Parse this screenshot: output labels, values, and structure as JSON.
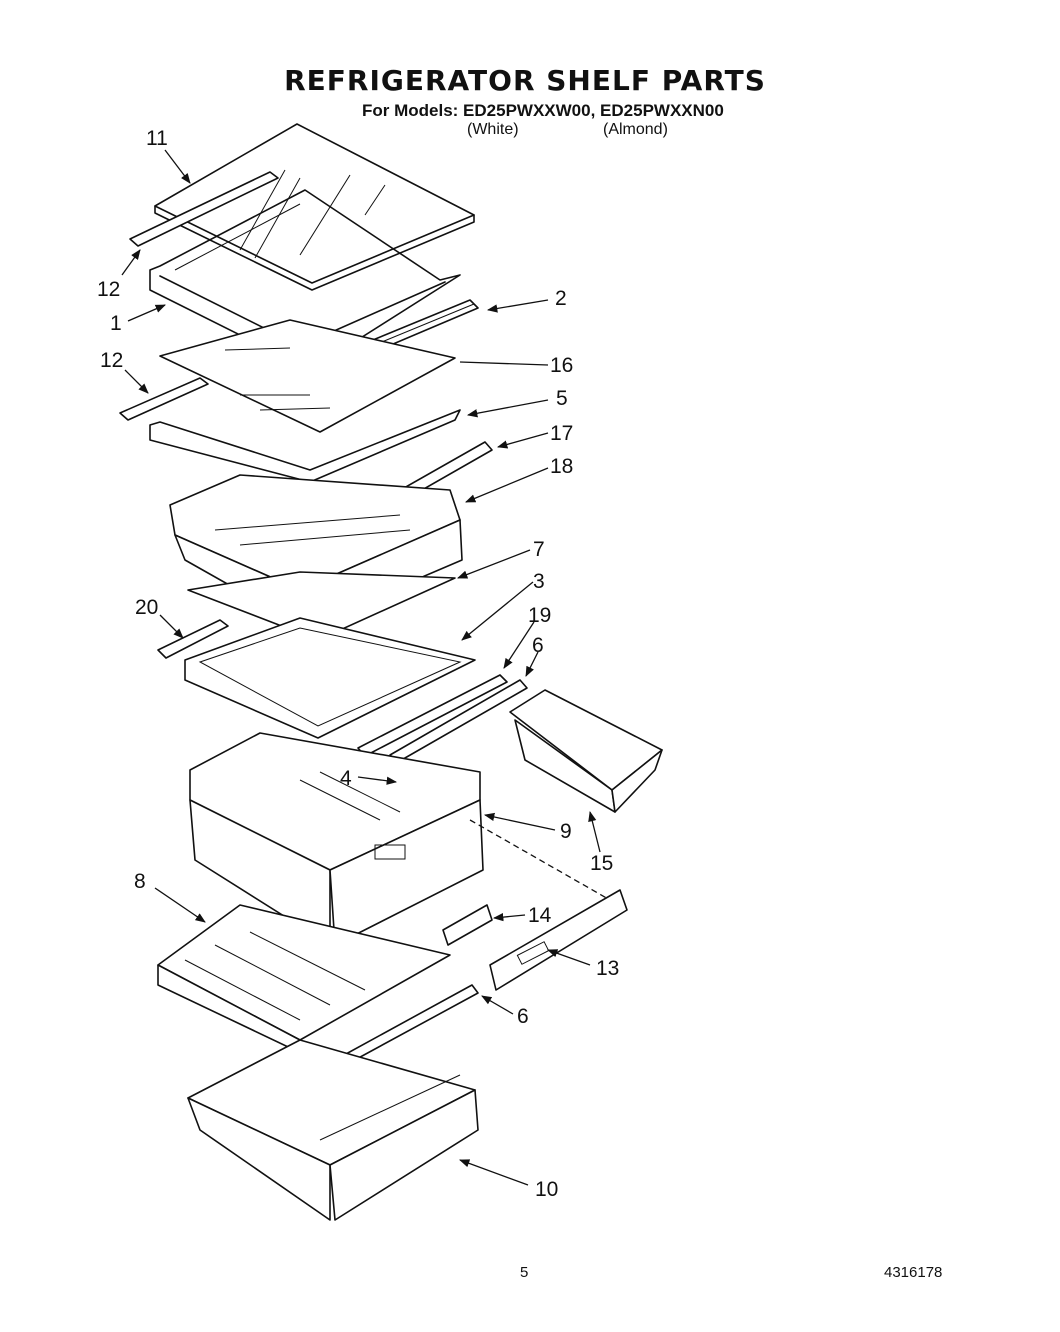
{
  "header": {
    "title": "REFRIGERATOR SHELF PARTS",
    "models_line": "For Models: ED25PWXXW00, ED25PWXXN00",
    "variant_white": "(White)",
    "variant_almond": "(Almond)"
  },
  "callouts": [
    {
      "id": "11",
      "label": "11"
    },
    {
      "id": "12a",
      "label": "12"
    },
    {
      "id": "1",
      "label": "1"
    },
    {
      "id": "12b",
      "label": "12"
    },
    {
      "id": "2",
      "label": "2"
    },
    {
      "id": "16",
      "label": "16"
    },
    {
      "id": "5",
      "label": "5"
    },
    {
      "id": "17",
      "label": "17"
    },
    {
      "id": "18",
      "label": "18"
    },
    {
      "id": "7",
      "label": "7"
    },
    {
      "id": "3",
      "label": "3"
    },
    {
      "id": "20",
      "label": "20"
    },
    {
      "id": "19",
      "label": "19"
    },
    {
      "id": "6a",
      "label": "6"
    },
    {
      "id": "4",
      "label": "4"
    },
    {
      "id": "9",
      "label": "9"
    },
    {
      "id": "15",
      "label": "15"
    },
    {
      "id": "8",
      "label": "8"
    },
    {
      "id": "14",
      "label": "14"
    },
    {
      "id": "13",
      "label": "13"
    },
    {
      "id": "6b",
      "label": "6"
    },
    {
      "id": "10",
      "label": "10"
    }
  ],
  "footer": {
    "page_number": "5",
    "document_number": "4316178"
  }
}
